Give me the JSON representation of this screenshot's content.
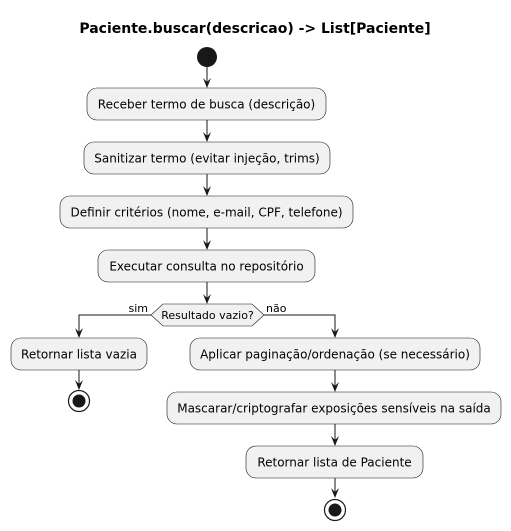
{
  "diagram": {
    "title": "Paciente.buscar(descricao) -> List[Paciente]",
    "activities": {
      "receive": "Receber termo de busca (descrição)",
      "sanitize": "Sanitizar termo (evitar injeção, trims)",
      "criteria": "Definir critérios (nome, e-mail, CPF, telefone)",
      "query": "Executar consulta no repositório",
      "empty": "Retornar lista vazia",
      "paginate": "Aplicar paginação/ordenação (se necessário)",
      "mask": "Mascarar/criptografar exposições sensíveis na saída",
      "return": "Retornar lista de Paciente"
    },
    "decision": {
      "label": "Resultado vazio?",
      "yes_label": "sim",
      "no_label": "não"
    }
  }
}
